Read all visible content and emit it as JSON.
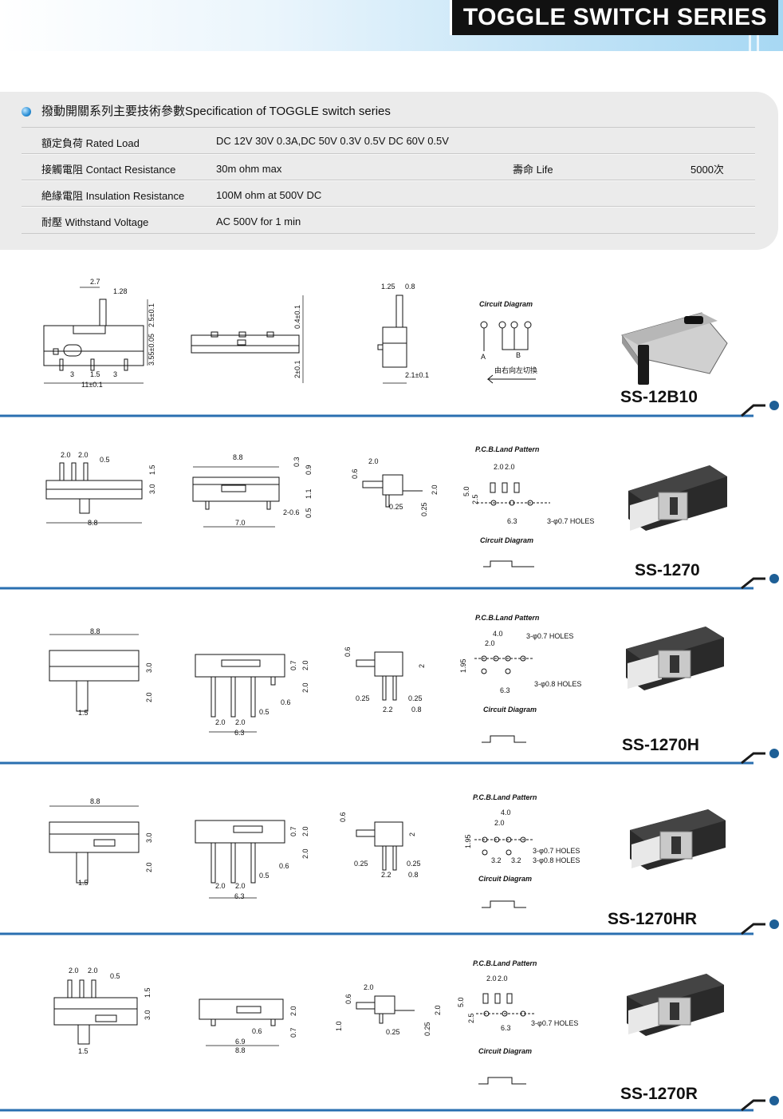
{
  "header": {
    "title": "TOGGLE SWITCH SERIES"
  },
  "spec": {
    "heading": "撥動開關系列主要技術參數Specification of  TOGGLE switch series",
    "rows": [
      {
        "label": "額定負荷 Rated Load",
        "value": "DC 12V 30V 0.3A,DC 50V 0.3V 0.5V DC 60V 0.5V"
      },
      {
        "label": "接觸電阻 Contact Resistance",
        "value": "30m ohm max",
        "label2": "壽命 Life",
        "value2": "5000次"
      },
      {
        "label": "絶緣電阻 Insulation Resistance",
        "value": "100M ohm at 500V DC"
      },
      {
        "label": "耐壓 Withstand Voltage",
        "value": "AC 500V for 1 min"
      }
    ]
  },
  "products": [
    {
      "model": "SS-12B10",
      "circuit_label": "Circuit Diagram",
      "switch_note": "由右向左切換",
      "terminal_a": "A",
      "terminal_b": "B",
      "dims": {
        "front": [
          "2.7",
          "1.28",
          "2.5±0.1",
          "3.55±0.05",
          "3",
          "1.5",
          "3",
          "11±0.1"
        ],
        "side1": [
          "0.4±0.1",
          "2±0.1"
        ],
        "side2": [
          "1.25",
          "0.8",
          "2.1±0.1"
        ]
      }
    },
    {
      "model": "SS-1270",
      "pcb_label": "P.C.B.Land Pattern",
      "circuit_label": "Circuit Diagram",
      "holes": [
        "3-φ0.7 HOLES"
      ],
      "dims": {
        "front": [
          "2.0",
          "2.0",
          "0.5",
          "1.5",
          "3.0",
          "8.8"
        ],
        "top": [
          "8.8",
          "0.3",
          "0.9",
          "1.1",
          "0.5",
          "2-0.6",
          "7.0"
        ],
        "side": [
          "2.0",
          "0.6",
          "2.0",
          "0.25",
          "0.25"
        ],
        "pcb": [
          "2.0",
          "2.0",
          "5.0",
          "2.5",
          "6.3"
        ]
      }
    },
    {
      "model": "SS-1270H",
      "pcb_label": "P.C.B.Land Pattern",
      "circuit_label": "Circuit Diagram",
      "holes": [
        "3-φ0.7 HOLES",
        "3-φ0.8 HOLES"
      ],
      "dims": {
        "front": [
          "8.8",
          "3.0",
          "2.0",
          "1.5"
        ],
        "top": [
          "0.7",
          "2.0",
          "2.0",
          "0.6",
          "0.5",
          "2.0",
          "2.0",
          "6.3"
        ],
        "side": [
          "0.6",
          "2",
          "0.25",
          "0.25",
          "2.2",
          "0.8"
        ],
        "pcb": [
          "4.0",
          "2.0",
          "1.95",
          "6.3"
        ]
      }
    },
    {
      "model": "SS-1270HR",
      "pcb_label": "P.C.B.Land Pattern",
      "circuit_label": "Circuit Diagram",
      "holes": [
        "3-φ0.7 HOLES",
        "3-φ0.8 HOLES"
      ],
      "dims": {
        "front": [
          "8.8",
          "3.0",
          "2.0",
          "1.5"
        ],
        "top": [
          "0.7",
          "2.0",
          "2.0",
          "0.6",
          "0.5",
          "2.0",
          "2.0",
          "6.3"
        ],
        "side": [
          "0.6",
          "2",
          "0.25",
          "0.25",
          "2.2",
          "0.8"
        ],
        "pcb": [
          "4.0",
          "2.0",
          "1.95",
          "3.2",
          "3.2"
        ]
      }
    },
    {
      "model": "SS-1270R",
      "pcb_label": "P.C.B.Land Pattern",
      "circuit_label": "Circuit Diagram",
      "holes": [
        "3-φ0.7 HOLES"
      ],
      "dims": {
        "front": [
          "2.0",
          "2.0",
          "0.5",
          "1.5",
          "3.0",
          "1.5"
        ],
        "top": [
          "2.0",
          "0.7",
          "0.6",
          "6.9",
          "8.8"
        ],
        "side": [
          "2.0",
          "0.6",
          "2.0",
          "1.0",
          "0.25",
          "0.25"
        ],
        "pcb": [
          "2.0",
          "2.0",
          "5.0",
          "2.5",
          "6.3"
        ]
      }
    }
  ]
}
